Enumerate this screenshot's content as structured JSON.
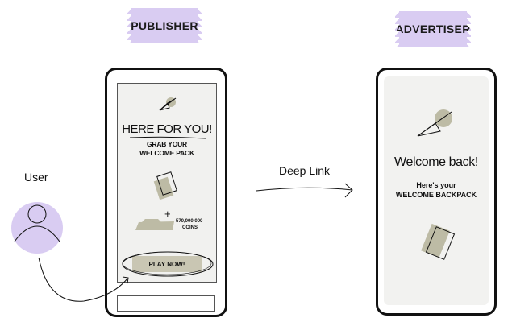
{
  "tags": {
    "publisher": "PUBLISHER",
    "advertiser": "ADVERTISER"
  },
  "publisher_screen": {
    "headline": "HERE FOR YOU!",
    "subline_1": "GRAB YOUR",
    "subline_2": "WELCOME PACK",
    "plus": "+",
    "coins_amount": "570,000,000",
    "coins_word": "COINS",
    "play_button": "PLAY NOW!"
  },
  "advertiser_screen": {
    "title": "Welcome back!",
    "subline_1": "Here's your",
    "subline_2": "WELCOME BACKPACK"
  },
  "labels": {
    "user": "User",
    "deep_link": "Deep Link"
  },
  "colors": {
    "tag_bg": "#d9ccf2",
    "user_fill": "#d9ccf2",
    "accent_olive": "#bdbba5",
    "button_bg": "#c9c6b3"
  }
}
